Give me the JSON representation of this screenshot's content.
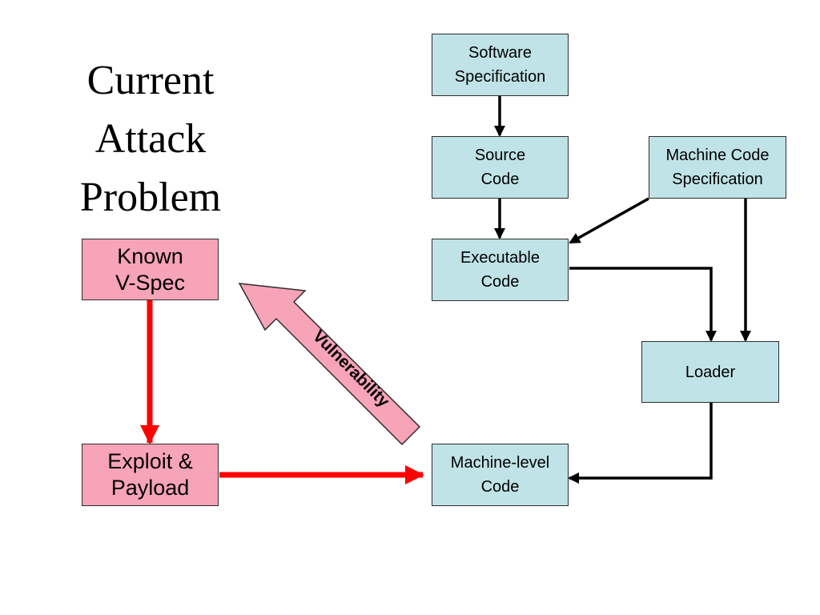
{
  "title": {
    "line1": "Current",
    "line2": "Attack",
    "line3": "Problem"
  },
  "nodes": {
    "software_spec": {
      "line1": "Software",
      "line2": "Specification"
    },
    "source_code": {
      "line1": "Source",
      "line2": "Code"
    },
    "machine_code_spec": {
      "line1": "Machine Code",
      "line2": "Specification"
    },
    "executable_code": {
      "line1": "Executable",
      "line2": "Code"
    },
    "loader": {
      "line1": "Loader"
    },
    "machine_level_code": {
      "line1": "Machine-level",
      "line2": "Code"
    },
    "known_vspec": {
      "line1": "Known",
      "line2": "V-Spec"
    },
    "exploit_payload": {
      "line1": "Exploit &",
      "line2": "Payload"
    }
  },
  "vulnerability_arrow": {
    "label": "Vulnerability"
  },
  "colors": {
    "process_box": "#bfe3e6",
    "attack_box": "#f7a3b8",
    "attack_arrow": "#ff0000",
    "flow_arrow": "#000000"
  }
}
